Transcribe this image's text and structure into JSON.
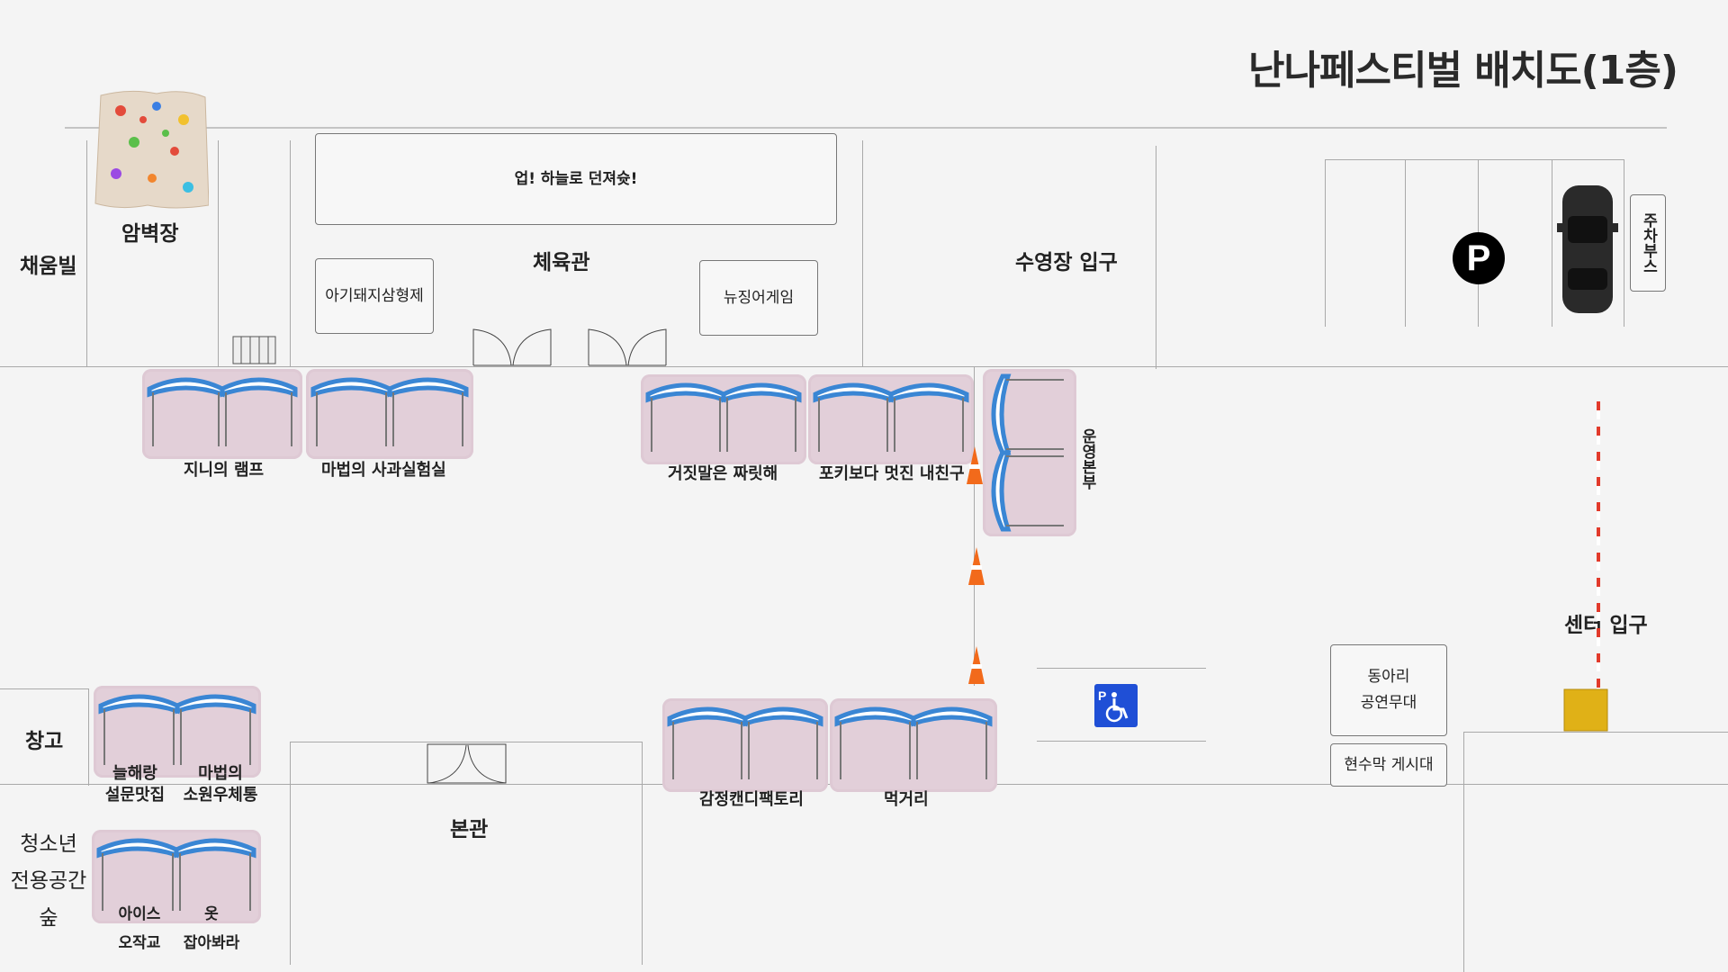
{
  "title": "난나페스티벌 배치도(1층)",
  "buildings": {
    "chaeumbil": "채움빌",
    "rock_wall": "암벽장",
    "gym": "체육관",
    "pool_entrance": "수영장 입구",
    "warehouse": "창고",
    "youth_space": [
      "청소년",
      "전용공간",
      "숲"
    ],
    "main_hall": "본관",
    "center_entrance": "센터 입구"
  },
  "programs": {
    "up_throw": "업! 하늘로 던져슛!",
    "piglet_brothers": "아기돼지삼형제",
    "newzinger": "뉴징어게임",
    "parking_booth": "주차부스",
    "club_stage": [
      "동아리",
      "공연무대"
    ],
    "banner_board": "현수막 게시대"
  },
  "booths": {
    "genie_lamp": "지니의 램프",
    "magic_apple_lab": "마법의 사과실험실",
    "lie_booth": "거짓말은 짜릿해",
    "pokemon": "포키보다 멋진 내친구",
    "operations": "운영본부",
    "survey_food": [
      "늘해랑",
      "설문맛집"
    ],
    "magic_post": [
      "마법의",
      "소원우체통"
    ],
    "emotion_candy": "감정캔디팩토리",
    "food_street": "먹거리",
    "ice_bridge": [
      "아이스",
      "오작교"
    ],
    "catch_clothes": [
      "옷",
      "잡아봐라"
    ]
  },
  "icons": {
    "parking": "P",
    "accessible": "wheelchair-icon",
    "parking_color": "#000000",
    "accessible_color": "#1f4fd6",
    "cone_color": "#f26a1b",
    "barrier_color": "#e23a2b",
    "tent_fill": "#e2cfd9",
    "tent_roof": "#3a86d4"
  }
}
